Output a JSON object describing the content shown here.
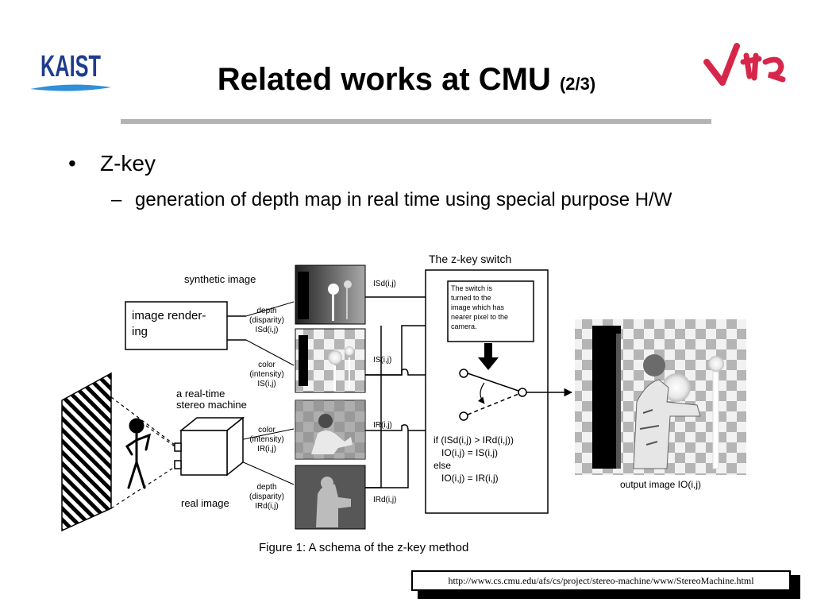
{
  "logos": {
    "left_text": "KAIST",
    "left_color": "#1f3c8f",
    "right_color": "#d6274a"
  },
  "title": {
    "main": "Related works at CMU",
    "suffix": "(2/3)"
  },
  "bullets": {
    "bullet_symbol": "•",
    "item": "Z-key",
    "dash_symbol": "–",
    "sub_item": "generation of depth map in real time using special purpose H/W"
  },
  "figure": {
    "switch_title": "The z-key switch",
    "synthetic_image": "synthetic image",
    "render_line1": "image render-",
    "render_line2": "ing",
    "depth_syn": [
      "depth",
      "(disparity)",
      "ISd(i,j)"
    ],
    "color_syn": [
      "color",
      "(intensity)",
      "IS(i,j)"
    ],
    "realtime_line1": "a real-time",
    "realtime_line2": "stereo machine",
    "color_real": [
      "color",
      "(intensity)",
      "IR(i,j)"
    ],
    "depth_real": [
      "depth",
      "(disparity)",
      "IRd(i,j)"
    ],
    "real_image": "real image",
    "sig_isd": "ISd(i,j)",
    "sig_is": "IS(i,j)",
    "sig_ir": "IR(i,j)",
    "sig_ird": "IRd(i,j)",
    "note": [
      "The switch is",
      "turned to the",
      "image which has",
      "nearer pixel to the",
      "camera."
    ],
    "cond": [
      "if (ISd(i,j) > IRd(i,j))",
      "IO(i,j) = IS(i,j)",
      "else",
      "IO(i,j) = IR(i,j)"
    ],
    "output_label": "output image IO(i,j)",
    "caption": "Figure 1: A schema of the z-key method"
  },
  "url": "http://www.cs.cmu.edu/afs/cs/project/stereo-machine/www/StereoMachine.html"
}
